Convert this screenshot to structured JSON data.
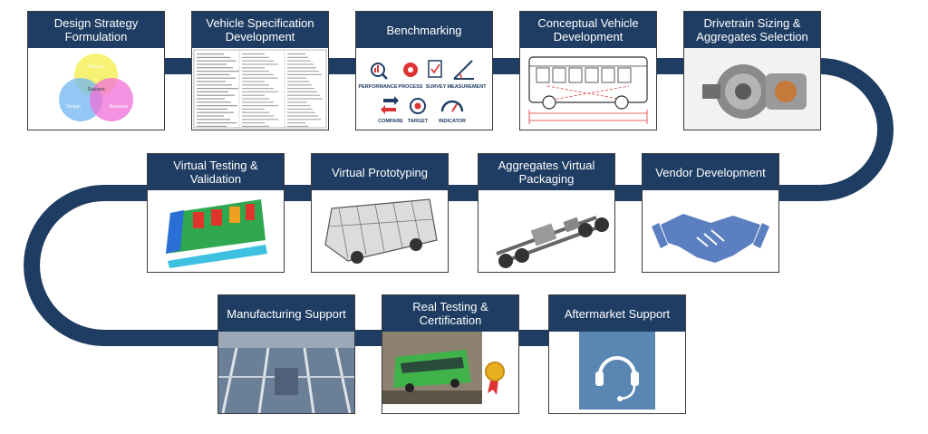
{
  "steps": [
    {
      "id": "design-strategy",
      "title": "Design Strategy Formulation"
    },
    {
      "id": "vehicle-spec",
      "title": "Vehicle Specification Development"
    },
    {
      "id": "benchmarking",
      "title": "Benchmarking"
    },
    {
      "id": "conceptual-vehicle",
      "title": "Conceptual Vehicle Development"
    },
    {
      "id": "drivetrain",
      "title": "Drivetrain Sizing & Aggregates Selection"
    },
    {
      "id": "vendor-dev",
      "title": "Vendor Development"
    },
    {
      "id": "aggregates-packaging",
      "title": "Aggregates Virtual Packaging"
    },
    {
      "id": "virtual-prototyping",
      "title": "Virtual Prototyping"
    },
    {
      "id": "virtual-testing",
      "title": "Virtual Testing & Validation"
    },
    {
      "id": "manufacturing",
      "title": "Manufacturing Support"
    },
    {
      "id": "real-testing",
      "title": "Real Testing & Certification"
    },
    {
      "id": "aftermarket",
      "title": "Aftermarket Support"
    }
  ],
  "venn": {
    "top": "Process",
    "center": "Success",
    "left": "Design",
    "right": "Business"
  },
  "benchmark_icons": [
    "PERFORMANCE",
    "PROCESS",
    "SURVEY",
    "MEASUREMENT",
    "COMPARE",
    "TARGET",
    "INDICATOR"
  ],
  "colors": {
    "header": "#1f3d63",
    "path": "#1f3d63",
    "handshake": "#5b7fc0",
    "support_tile": "#5a86b3"
  }
}
